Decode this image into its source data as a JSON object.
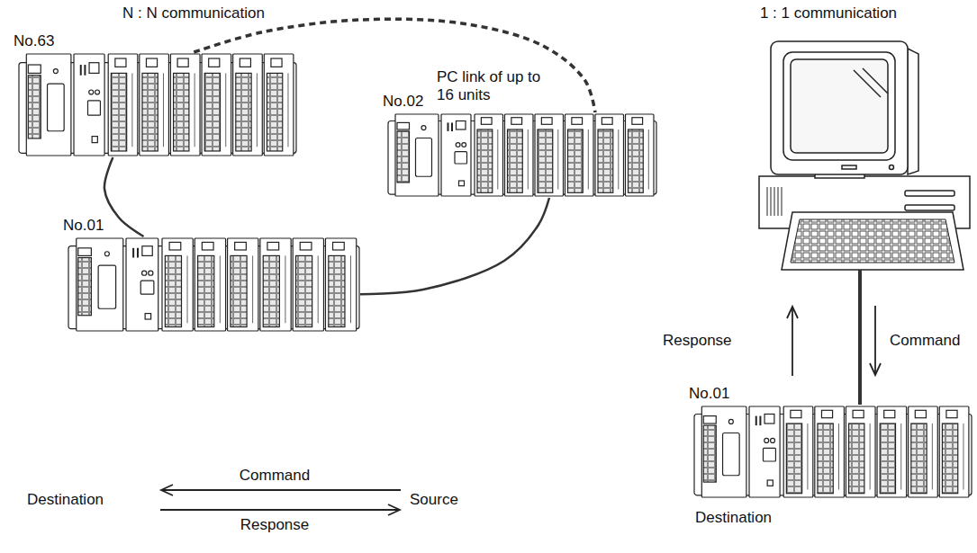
{
  "diagram": {
    "nodes": [
      {
        "text": [
          "No.63"
        ]
      },
      {
        "text": [
          "No.02"
        ]
      },
      {
        "text": [
          "No.01"
        ]
      },
      {
        "text": [
          "No.01"
        ]
      }
    ],
    "edges": [
      {
        "from": 0,
        "to": 1,
        "arrow": "none",
        "label": "PC link of up to 16 units"
      },
      {
        "from": 0,
        "to": 2,
        "arrow": "none"
      },
      {
        "from": 2,
        "to": 1,
        "arrow": "none"
      }
    ],
    "labels": [
      "N : N communication",
      "1 : 1 communication",
      "Command",
      "Destination",
      "Source",
      "Response",
      "Response",
      "Command",
      "Destination"
    ]
  }
}
